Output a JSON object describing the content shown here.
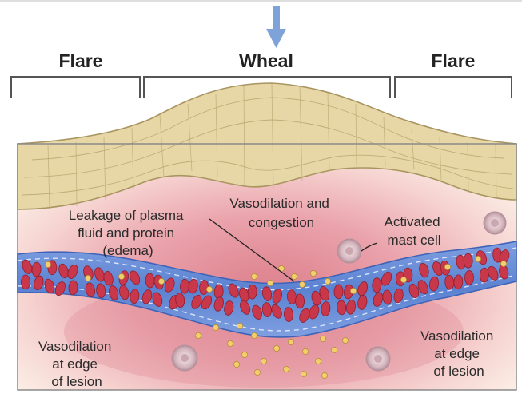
{
  "headers": {
    "left": "Flare",
    "center": "Wheal",
    "right": "Flare"
  },
  "labels": {
    "leakage": [
      "Leakage of plasma",
      "fluid and protein",
      "(edema)"
    ],
    "vasodilation_center": [
      "Vasodilation and",
      "congestion"
    ],
    "mast_cell": [
      "Activated",
      "mast cell"
    ],
    "vasodilation_left": [
      "Vasodilation",
      "at edge",
      "of lesion"
    ],
    "vasodilation_right": [
      "Vasodilation",
      "at edge",
      "of lesion"
    ]
  },
  "icons": {
    "arrow": "down-arrow-icon",
    "mast_cell": "mast-cell-icon"
  },
  "colors": {
    "skin": "#e6d6a4",
    "skin_line": "#b8a66e",
    "dermis": "#eda9b0",
    "vessel": "#6a8fd6",
    "red_cell": "#c8374a",
    "plasma_dot": "#f2cf6e",
    "arrow": "#7ea3d8"
  }
}
